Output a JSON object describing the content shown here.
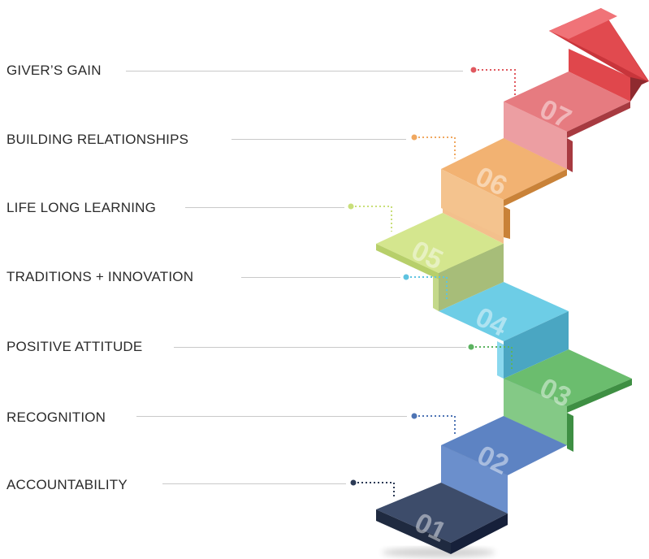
{
  "steps": [
    {
      "number": "01",
      "label": "ACCOUNTABILITY",
      "color": "#2c3a55"
    },
    {
      "number": "02",
      "label": "RECOGNITION",
      "color": "#4e74b4"
    },
    {
      "number": "03",
      "label": "POSITIVE ATTITUDE",
      "color": "#5cb360"
    },
    {
      "number": "04",
      "label": "TRADITIONS + INNOVATION",
      "color": "#5ec3e0"
    },
    {
      "number": "05",
      "label": "LIFE LONG LEARNING",
      "color": "#c9df7a"
    },
    {
      "number": "06",
      "label": "BUILDING RELATIONSHIPS",
      "color": "#f0a860"
    },
    {
      "number": "07",
      "label": "GIVER’S GAIN",
      "color": "#e0585f"
    }
  ],
  "arrow_color": "#e0474c",
  "line_color": "#c9c9c9"
}
